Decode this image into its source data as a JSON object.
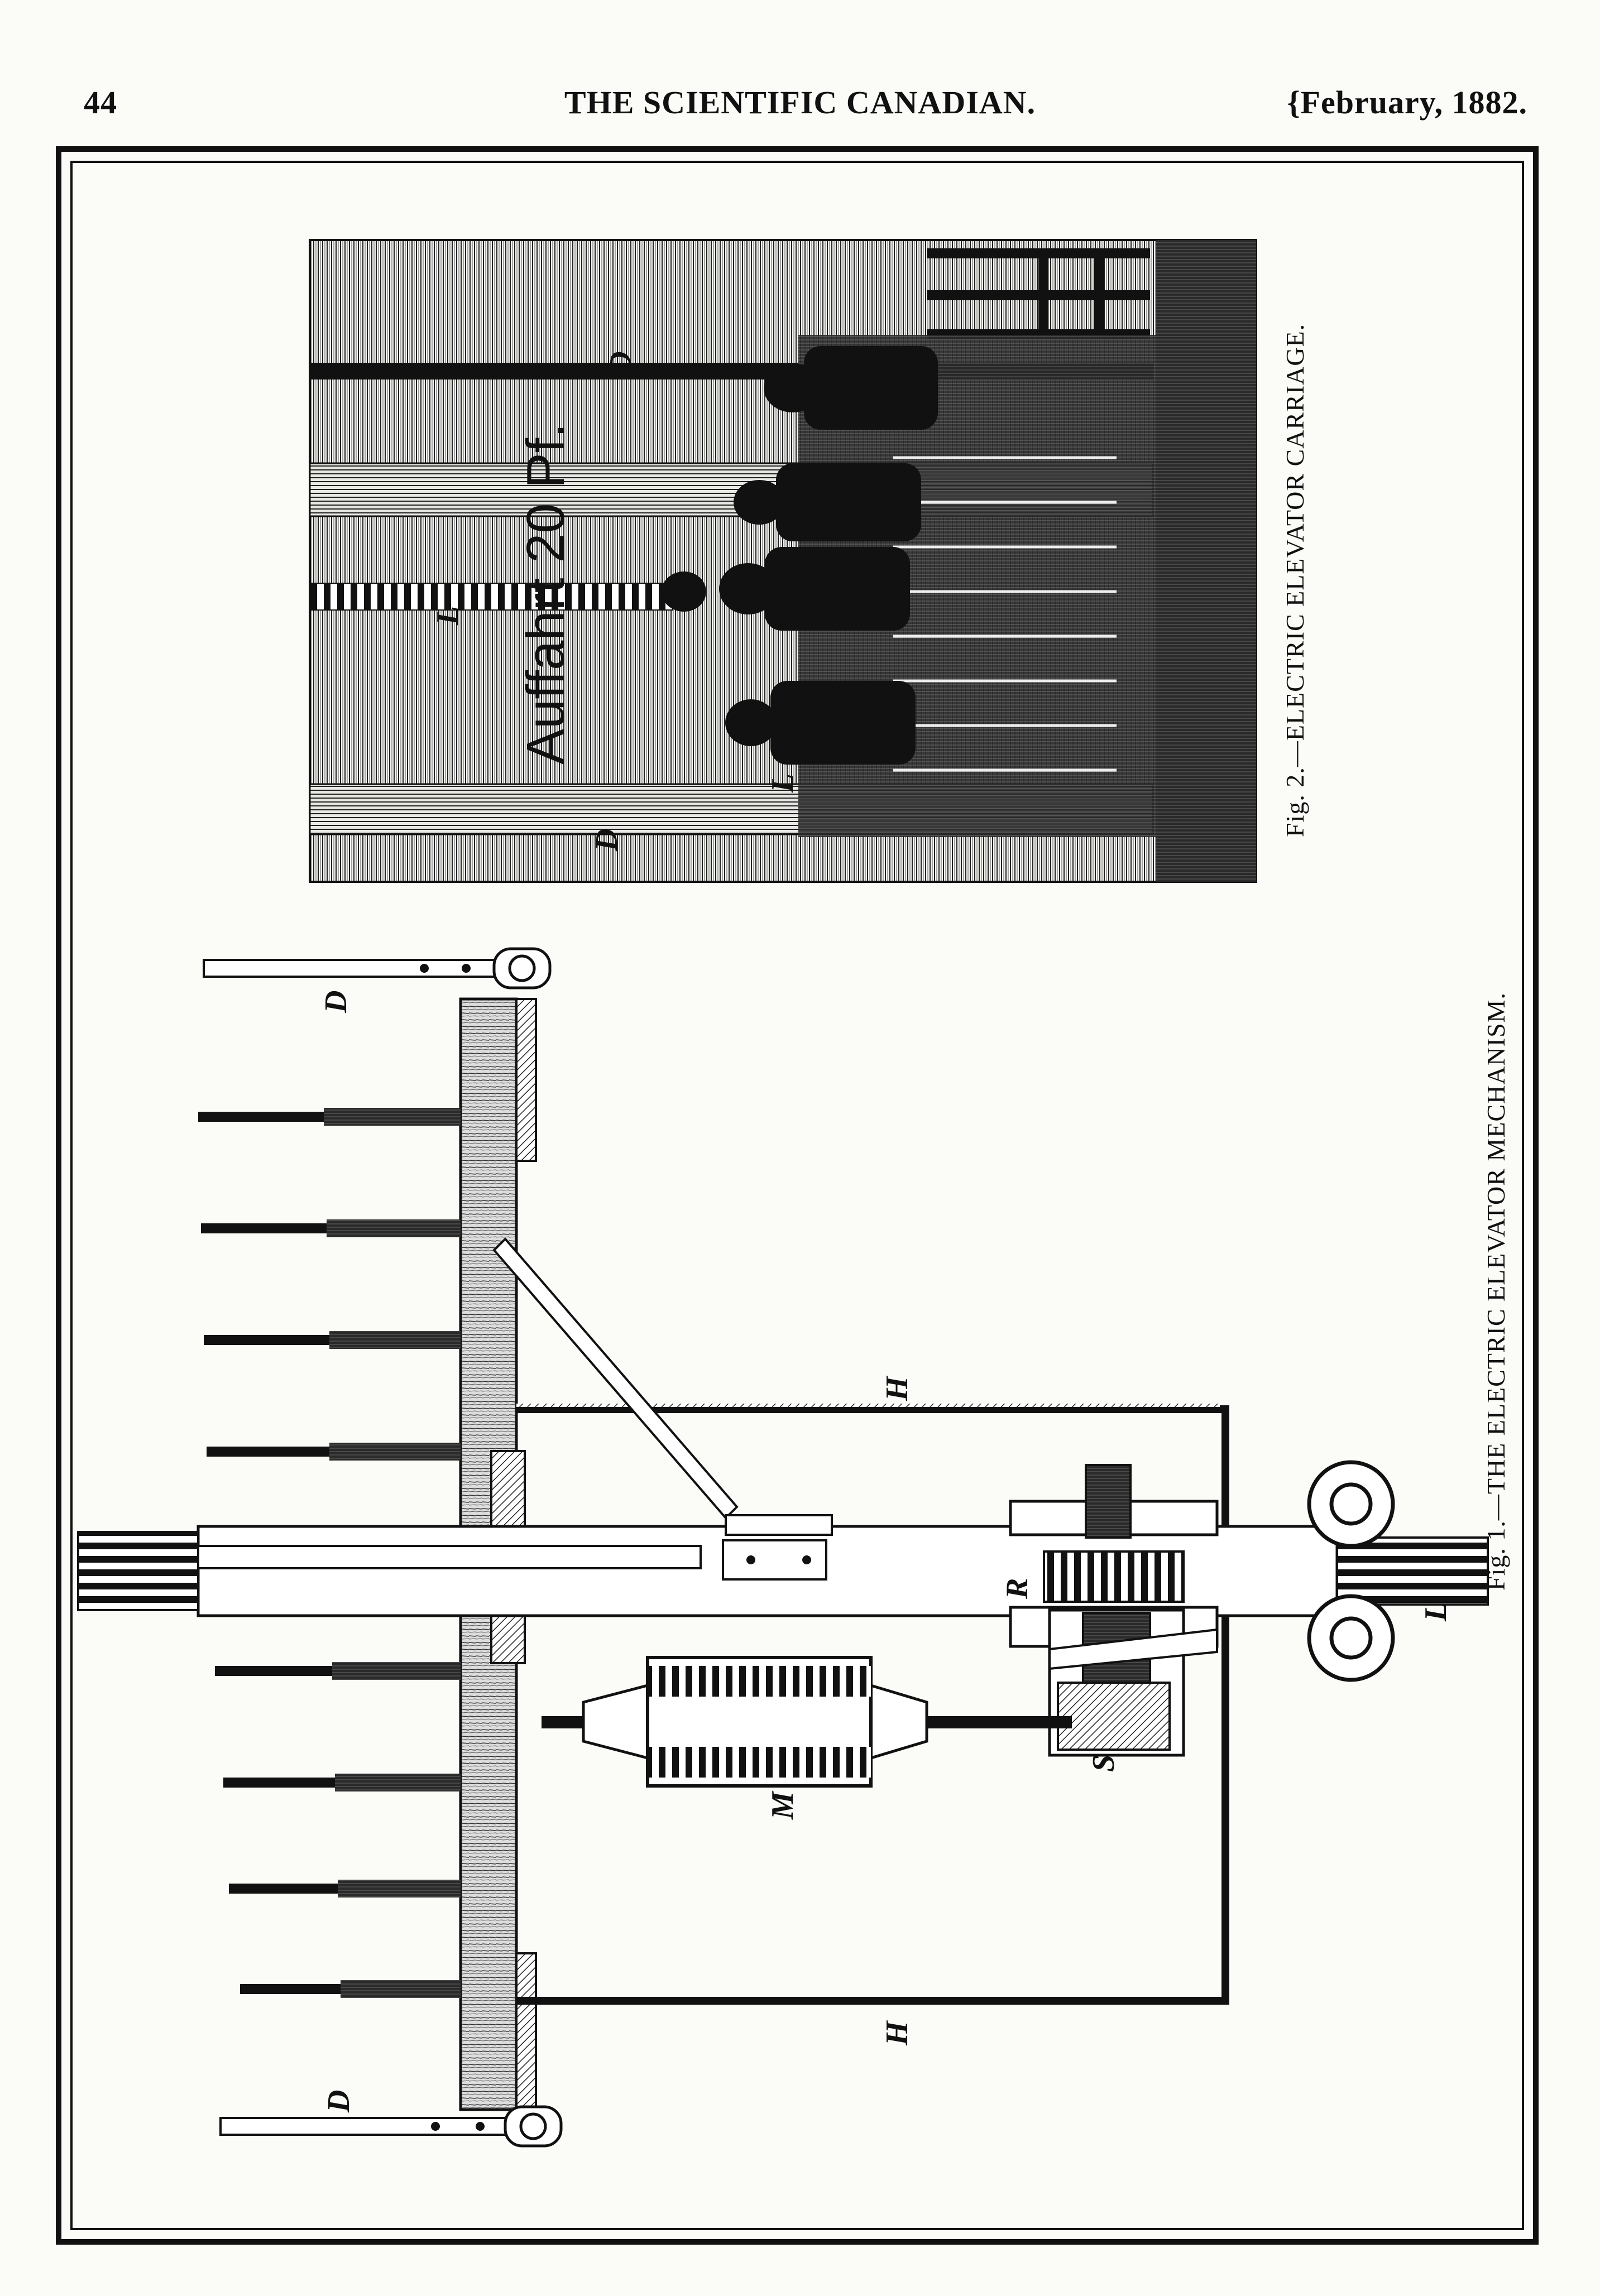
{
  "header": {
    "page_number": "44",
    "title": "THE SCIENTIFIC CANADIAN.",
    "date": "{February, 1882."
  },
  "figure2": {
    "caption": "Fig. 2.—ELECTRIC ELEVATOR CARRIAGE.",
    "sign_text": "Auffahrt 20 Pf.",
    "labels": [
      "D",
      "D",
      "L",
      "L"
    ]
  },
  "figure1": {
    "caption": "Fig. 1.—THE ELECTRIC ELEVATOR MECHANISM.",
    "labels": [
      "D",
      "D",
      "H",
      "H",
      "R",
      "M",
      "S",
      "L"
    ]
  }
}
